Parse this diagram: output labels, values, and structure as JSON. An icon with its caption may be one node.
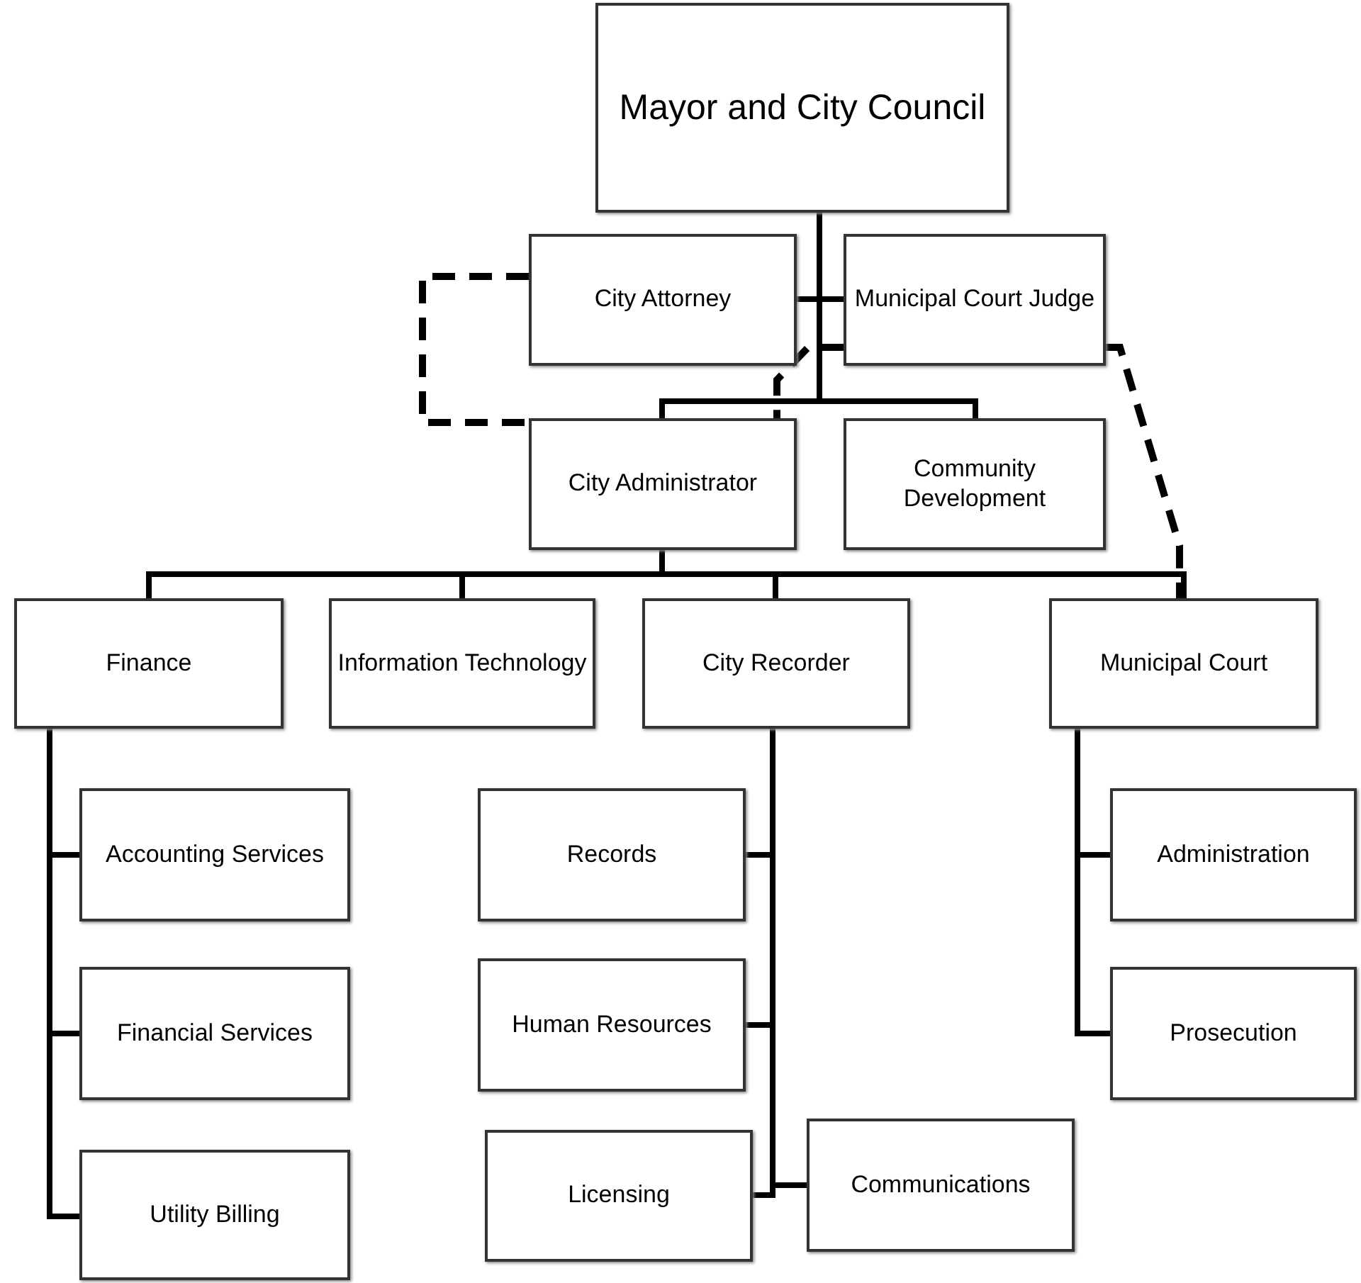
{
  "diagram": {
    "nodes": [
      {
        "text": [
          "Mayor and City Council"
        ]
      },
      {
        "text": [
          "City Attorney"
        ]
      },
      {
        "text": [
          "Municipal Court Judge"
        ]
      },
      {
        "text": [
          "City Administrator"
        ]
      },
      {
        "text": [
          "Community Development"
        ]
      },
      {
        "text": [
          "Finance"
        ]
      },
      {
        "text": [
          "Information Technology"
        ]
      },
      {
        "text": [
          "City Recorder"
        ]
      },
      {
        "text": [
          "Municipal Court"
        ]
      },
      {
        "text": [
          "Accounting Services"
        ]
      },
      {
        "text": [
          "Financial Services"
        ]
      },
      {
        "text": [
          "Utility Billing"
        ]
      },
      {
        "text": [
          "Records"
        ]
      },
      {
        "text": [
          "Human Resources"
        ]
      },
      {
        "text": [
          "Licensing"
        ]
      },
      {
        "text": [
          "Communications"
        ]
      },
      {
        "text": [
          "Administration"
        ]
      },
      {
        "text": [
          "Prosecution"
        ]
      }
    ],
    "edges": [
      {
        "from": 0,
        "to": 1,
        "arrow": "none"
      },
      {
        "from": 0,
        "to": 2,
        "arrow": "none"
      },
      {
        "from": 0,
        "to": 3,
        "arrow": "none"
      },
      {
        "from": 0,
        "to": 4,
        "arrow": "none"
      },
      {
        "from": 3,
        "to": 5,
        "arrow": "none"
      },
      {
        "from": 3,
        "to": 6,
        "arrow": "none"
      },
      {
        "from": 3,
        "to": 7,
        "arrow": "none"
      },
      {
        "from": 3,
        "to": 8,
        "arrow": "none"
      },
      {
        "from": 5,
        "to": 9,
        "arrow": "none"
      },
      {
        "from": 5,
        "to": 10,
        "arrow": "none"
      },
      {
        "from": 5,
        "to": 11,
        "arrow": "none"
      },
      {
        "from": 7,
        "to": 12,
        "arrow": "none"
      },
      {
        "from": 7,
        "to": 13,
        "arrow": "none"
      },
      {
        "from": 7,
        "to": 14,
        "arrow": "none"
      },
      {
        "from": 7,
        "to": 15,
        "arrow": "none"
      },
      {
        "from": 8,
        "to": 16,
        "arrow": "none"
      },
      {
        "from": 8,
        "to": 17,
        "arrow": "none"
      },
      {
        "from": 1,
        "to": 3,
        "arrow": "none",
        "style": "dashed"
      },
      {
        "from": 2,
        "to": 3,
        "arrow": "none",
        "style": "dashed"
      },
      {
        "from": 2,
        "to": 8,
        "arrow": "none",
        "style": "dashed"
      }
    ]
  }
}
